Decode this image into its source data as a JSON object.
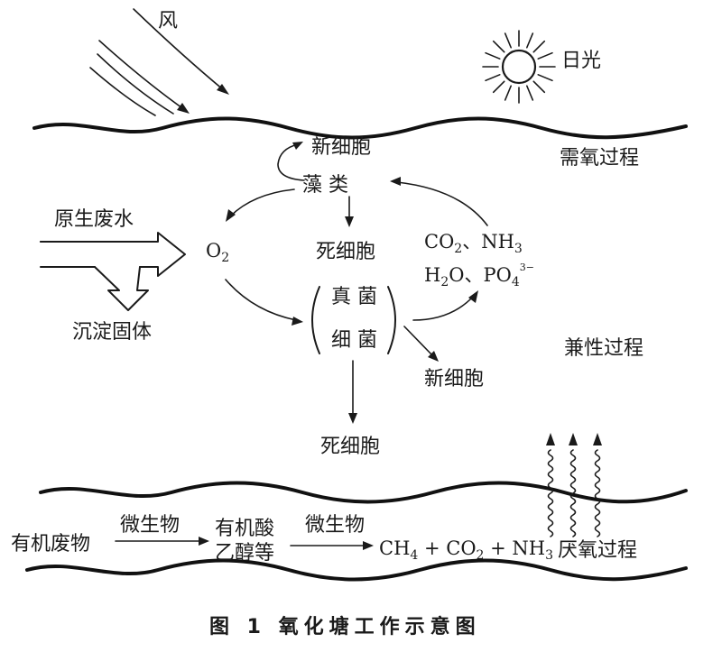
{
  "labels": {
    "wind": "风",
    "sunlight": "日光",
    "aerobic": "需氧过程",
    "facultative": "兼性过程",
    "anaerobic": "厌氧过程",
    "new_cells_top": "新细胞",
    "algae": "藻  类",
    "raw_wastewater": "原生废水",
    "settled_solids": "沉淀固体",
    "dead_cells_mid": "死细胞",
    "fungi": "真 菌",
    "bacteria": "细 菌",
    "new_cells_right": "新细胞",
    "dead_cells_bottom": "死细胞",
    "organic_waste": "有机废物",
    "microbes_1": "微生物",
    "organic_acids": "有机酸",
    "alcohols": "乙醇等",
    "microbes_2": "微生物"
  },
  "formulas": {
    "o2": {
      "base": "O",
      "sub": "2"
    },
    "co2_nh3": {
      "co": "CO",
      "co_sub": "2",
      "sep": "、NH",
      "nh_sub": "3"
    },
    "h2o_po4": {
      "h": "H",
      "h_sub": "2",
      "o_sep": "O、PO",
      "po_sub": "4",
      "po_sup": "3−"
    },
    "products": {
      "ch": "CH",
      "ch_sub": "4",
      "co": " + CO",
      "co_sub": "2",
      "nh": " + NH",
      "nh_sub": "3"
    }
  },
  "caption": "图 1   氧化塘工作示意图"
}
